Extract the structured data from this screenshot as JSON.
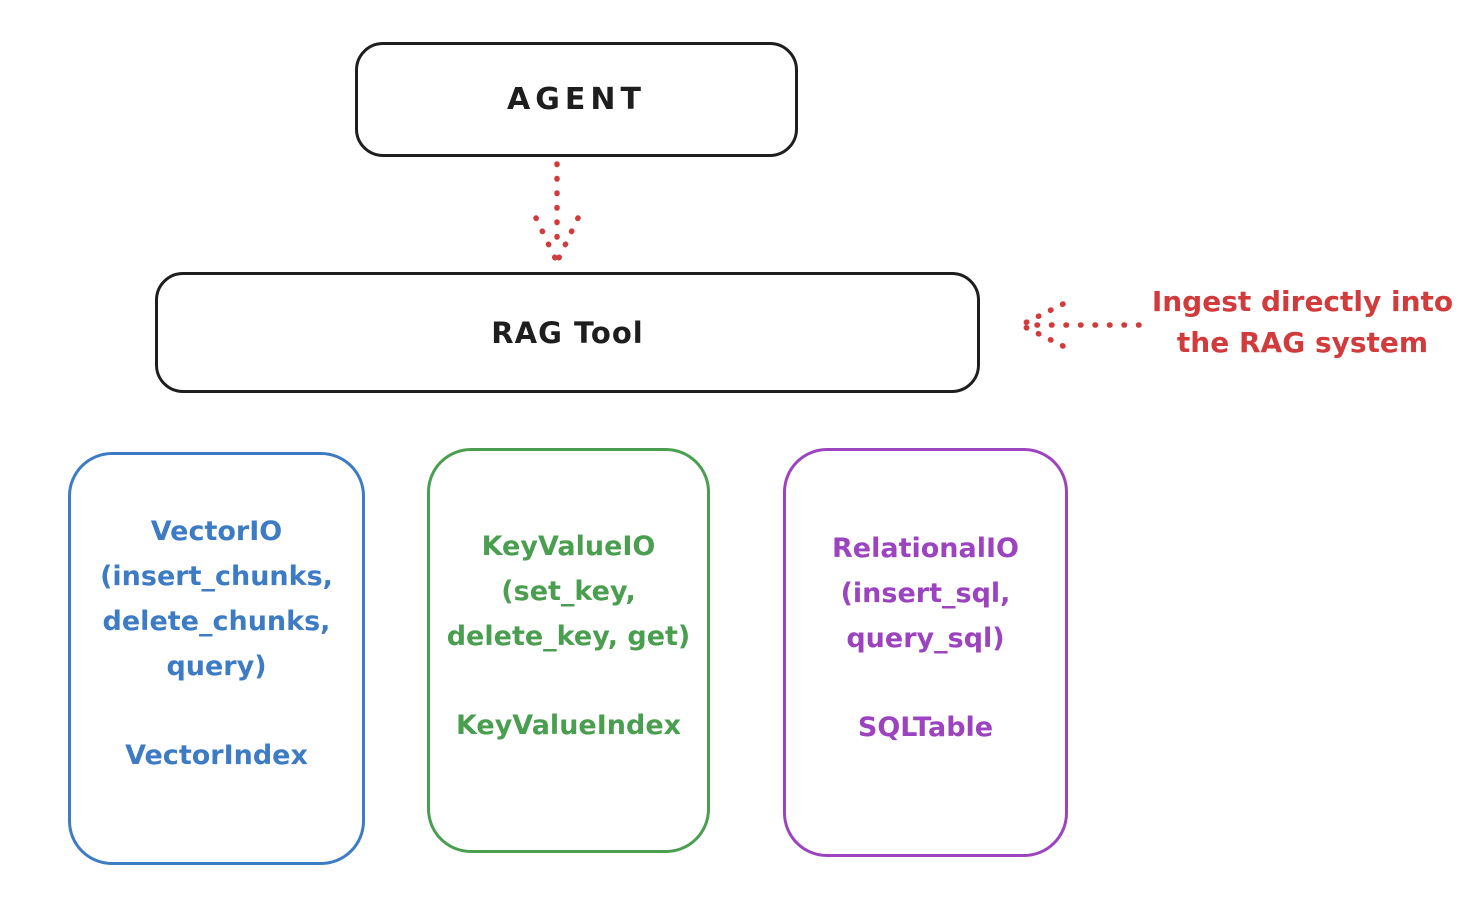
{
  "agent": {
    "label": "AGENT"
  },
  "rag_tool": {
    "label": "RAG Tool"
  },
  "annotation": {
    "line1": "Ingest directly into",
    "line2": "the RAG system",
    "color": "#d13b3b"
  },
  "arrows": {
    "agent_to_rag": "dotted-down-arrow",
    "annotation_to_rag": "dotted-left-arrow",
    "color": "#d13b3b"
  },
  "io_boxes": [
    {
      "id": "vector",
      "color": "#3d7bc4",
      "line1": "VectorIO",
      "line2": "(insert_chunks,",
      "line3": "delete_chunks,",
      "line4": "query)",
      "index_label": "VectorIndex"
    },
    {
      "id": "keyvalue",
      "color": "#4a9e4f",
      "line1": "KeyValueIO",
      "line2": "(set_key,",
      "line3": "delete_key, get)",
      "index_label": "KeyValueIndex"
    },
    {
      "id": "relational",
      "color": "#9c44c0",
      "line1": "RelationalIO",
      "line2": "(insert_sql,",
      "line3": "query_sql)",
      "index_label": "SQLTable"
    }
  ],
  "colors": {
    "stroke": "#1e1e1e",
    "background": "#ffffff",
    "red": "#d13b3b",
    "blue": "#3d7bc4",
    "green": "#4a9e4f",
    "purple": "#9c44c0"
  }
}
